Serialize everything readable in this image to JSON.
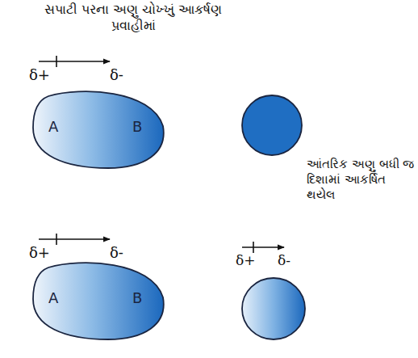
{
  "diagram": {
    "nodes": [
      {
        "text": [
          "A",
          "B"
        ]
      },
      {
        "text": [
          "A",
          "B"
        ]
      }
    ],
    "labels": [
      "સપાટી પરના અણુ ચોખ્ખું આકર્ષણ પ્રવાહીમાં",
      "δ+",
      "δ-",
      "આંતરિક અણુ બધી જ દિશામાં આકર્ષિત થયેલ",
      "δ+",
      "δ-",
      "δ+",
      "δ-"
    ]
  }
}
